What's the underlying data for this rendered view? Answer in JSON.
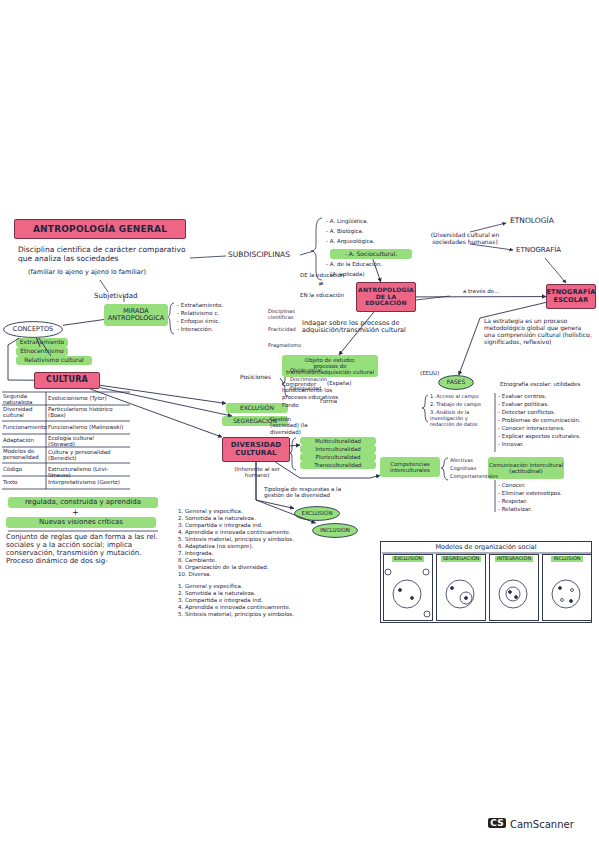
{
  "diagram": {
    "nodes": [
      {
        "text": [
          "ANTROPOLOGÍA GENERAL"
        ]
      },
      {
        "text": [
          "MIRADA ANTROPOLÓGICA"
        ]
      },
      {
        "text": [
          "CONCEPTOS"
        ]
      },
      {
        "text": [
          "Extrañamiento"
        ]
      },
      {
        "text": [
          "Etnocentrismo"
        ]
      },
      {
        "text": [
          "Relativismo cultural"
        ]
      },
      {
        "text": [
          "CULTURA"
        ]
      },
      {
        "text": [
          "regulada, construida y aprendida"
        ]
      },
      {
        "text": [
          "Nuevas visiones críticas"
        ]
      },
      {
        "text": [
          "- A. Sociocultural."
        ]
      },
      {
        "text": [
          "ANTROPOLOGÍA DE LA EDUCACIÓN"
        ]
      },
      {
        "text": [
          "Objeto de estudio:",
          "procesos de transmisión/adquisición cultural"
        ]
      },
      {
        "text": [
          "Multiculturalidad"
        ]
      },
      {
        "text": [
          "Interculturalidad"
        ]
      },
      {
        "text": [
          "Pluriculturalidad"
        ]
      },
      {
        "text": [
          "Transculturalidad"
        ]
      },
      {
        "text": [
          "EXCLUSIÓN"
        ]
      },
      {
        "text": [
          "SEGREGACIÓN"
        ]
      },
      {
        "text": [
          "DIVERSIDAD CULTURAL"
        ]
      },
      {
        "text": [
          "Competencias interculturales"
        ]
      },
      {
        "text": [
          "EXCLUSIÓN"
        ]
      },
      {
        "text": [
          "INCLUSIÓN"
        ]
      },
      {
        "text": [
          "ETNOGRAFÍA ESCOLAR"
        ]
      },
      {
        "text": [
          "FASES"
        ]
      },
      {
        "text": [
          "Comunicación intercultural",
          "(actitudinal)"
        ]
      },
      {
        "text": [
          "Modelos de organización social"
        ]
      },
      {
        "text": [
          "EXCLUSIÓN"
        ],
        "in": 25
      },
      {
        "text": [
          "SEGREGACIÓN"
        ],
        "in": 25
      },
      {
        "text": [
          "INTEGRACIÓN"
        ],
        "in": 25
      },
      {
        "text": [
          "INCLUSIÓN"
        ],
        "in": 25
      }
    ],
    "edges": [
      {
        "from": 2,
        "to": 1,
        "arrow": "none"
      },
      {
        "from": 2,
        "to": 3,
        "arrow": "none"
      },
      {
        "from": 2,
        "to": 4,
        "arrow": "none"
      },
      {
        "from": 2,
        "to": 5,
        "arrow": "none"
      },
      {
        "from": 2,
        "to": 6,
        "arrow": "none"
      },
      {
        "from": 6,
        "to": 16,
        "arrow": "to"
      },
      {
        "from": 6,
        "to": 17,
        "arrow": "to"
      },
      {
        "from": 6,
        "to": 18,
        "arrow": "to"
      },
      {
        "from": 9,
        "to": 10,
        "arrow": "to"
      },
      {
        "from": 10,
        "to": 11,
        "arrow": "to"
      },
      {
        "from": 10,
        "to": 22,
        "label": "a través de...",
        "arrow": "to"
      },
      {
        "from": 18,
        "to": 12,
        "arrow": "to"
      },
      {
        "from": 18,
        "to": 19,
        "arrow": "to"
      },
      {
        "from": 18,
        "to": 20,
        "arrow": "to"
      },
      {
        "from": 18,
        "to": 21,
        "arrow": "to"
      },
      {
        "from": 22,
        "to": 23,
        "arrow": "to"
      }
    ],
    "labels": [
      "Disciplina científica de carácter comparativo que analiza las sociedades",
      "(familiar lo ajeno y ajeno lo familiar)",
      "Subjetividad",
      "- Extrañamiento.",
      "- Relativismo c.",
      "- Enfoque émic.",
      "- Interacción.",
      "Segunda naturaleza",
      "Evolucionismo (Tylor)",
      "Diversidad cultural",
      "Particularismo histórico (Boas)",
      "Funcionamiento",
      "Funcionalismo (Malinowski)",
      "Adaptación",
      "Ecología cultural (Steward)",
      "Modelos de personalidad",
      "Cultura y personalidad (Benedict)",
      "Código",
      "Estructuralismo (Lévi-Strauss)",
      "Texto",
      "Interpretativismo (Geertz)",
      "+",
      "Conjunto de reglas que dan forma a las rel. sociales y a la acción social; implica conservación, transmisión y mutación. Proceso dinámico de dos sig-",
      "SUBDISCIPLINAS",
      "- A. Lingüística.",
      "- A. Biológica.",
      "- A. Arqueológica.",
      "- A. de la Educación.",
      "(A. aplicada)",
      "(Diversidad cultural en sociedades humanas)",
      "ETNOLOGÍA",
      "ETNOGRAFÍA",
      "DE la educación",
      "≠",
      "EN la educación",
      "Disciplinas científicas",
      "Practicidad",
      "Pragmatismo",
      "Indagar sobre los procesos de adquisición/transmisión cultural",
      "(España)",
      "(EEUU)",
      "Comprender holísticamente los procesos educativos",
      "Fondo",
      "Forma",
      "Gestión (sociedad) (la diversidad)",
      "La estrategia es un proceso metodológico global que genera una comprensión cultural (holístico, significados, reflexivo)",
      "1. Acceso al campo",
      "2. Trabajo de campo",
      "3. Análisis de la investigación y redacción de datos",
      "Etnografía escolar: utilidades",
      "- Evaluar centros.",
      "- Evaluar políticas.",
      "- Detectar conflictos.",
      "- Problemas de comunicación.",
      "- Conocer interacciones.",
      "- Explicar aspectos culturales.",
      "- Innovar.",
      "Posiciones",
      "Olvido social",
      "Discriminación",
      "Desigualdad",
      "(Inherente al ser humano)",
      "Afectivas",
      "Cognitivas",
      "Comportamentales",
      "- Conocer.",
      "- Eliminar estereotipos.",
      "- Respetar.",
      "- Relativizar.",
      "Tipología de respuestas a la gestión de la diversidad",
      "1. General y específica.",
      "2. Sometida a la naturaleza.",
      "3. Compartida e integrada ind.",
      "4. Aprendida e innovada continuamente.",
      "5. Síntesis material, principios y símbolos.",
      "6. Adaptativa (no siempre).",
      "7. Integrada.",
      "8. Cambiante.",
      "9. Organización de la diversidad.",
      "10. Diversa.",
      "1. General y específica.",
      "2. Sometida a la naturaleza.",
      "3. Compartida e integrada ind.",
      "4. Aprendida e innovada continuamente.",
      "5. Síntesis material, principios y símbolos.",
      "CS",
      "CamScanner"
    ]
  }
}
